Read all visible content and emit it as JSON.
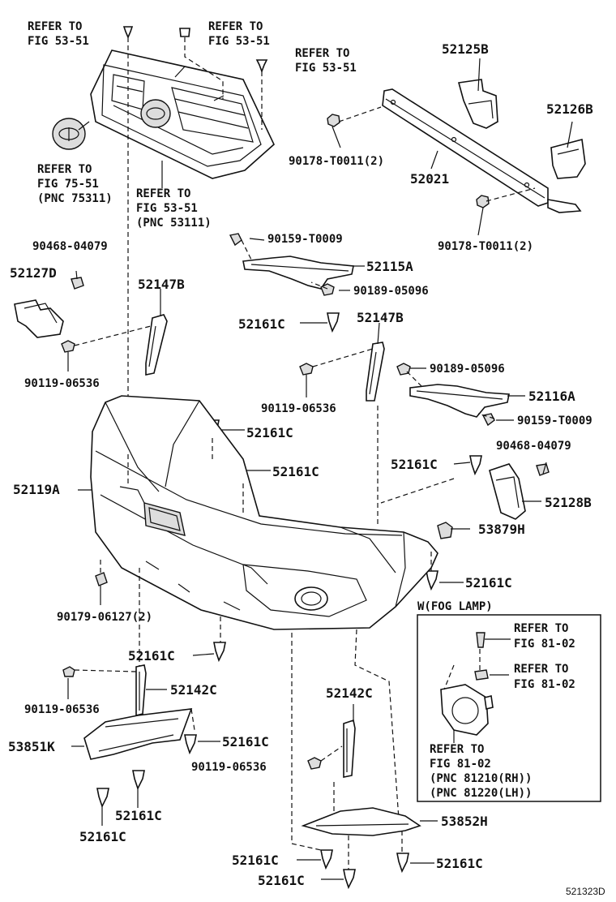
{
  "refs": {
    "r1": [
      "REFER TO",
      "FIG 53-51"
    ],
    "r2": [
      "REFER TO",
      "FIG 53-51"
    ],
    "r3": [
      "REFER TO",
      "FIG 53-51"
    ],
    "r4": [
      "REFER TO",
      "FIG 75-51",
      "(PNC 75311)"
    ],
    "r5": [
      "REFER TO",
      "FIG 53-51",
      "(PNC 53111)"
    ]
  },
  "parts": {
    "p52125B": "52125B",
    "p52126B": "52126B",
    "p52021": "52021",
    "p90178a": "90178-T0011(2)",
    "p90178b": "90178-T0011(2)",
    "p90468a": "90468-04079",
    "p52127D": "52127D",
    "p52147Ba": "52147B",
    "p90159a": "90159-T0009",
    "p52115A": "52115A",
    "p90189a": "90189-05096",
    "p52161Ca": "52161C",
    "p52147Bb": "52147B",
    "p90119a": "90119-06536",
    "p90119b": "90119-06536",
    "p90189b": "90189-05096",
    "p52116A": "52116A",
    "p52161Cb": "52161C",
    "p90159b": "90159-T0009",
    "p52161Cc": "52161C",
    "p90468b": "90468-04079",
    "p52161Cd": "52161C",
    "p52119A": "52119A",
    "p52128B": "52128B",
    "p53879H": "53879H",
    "p52161Ce": "52161C",
    "p90179": "90179-06127(2)",
    "p52161Cf": "52161C",
    "p52142Ca": "52142C",
    "p90119c": "90119-06536",
    "p53851K": "53851K",
    "p52161Cg": "52161C",
    "p52161Ch": "52161C",
    "p52161Ci": "52161C",
    "p52142Cb": "52142C",
    "p90119d": "90119-06536",
    "p53852H": "53852H",
    "p52161Cj": "52161C",
    "p52161Ck": "52161C",
    "p52161Cl": "52161C"
  },
  "fog": {
    "title": "W(FOG LAMP)",
    "ref_a": [
      "REFER TO",
      "FIG 81-02"
    ],
    "ref_b": [
      "REFER TO",
      "FIG 81-02"
    ],
    "ref_c": [
      "REFER TO",
      "FIG 81-02",
      "(PNC 81210(RH))",
      "(PNC 81220(LH))"
    ]
  },
  "diagram_id": "521323D"
}
